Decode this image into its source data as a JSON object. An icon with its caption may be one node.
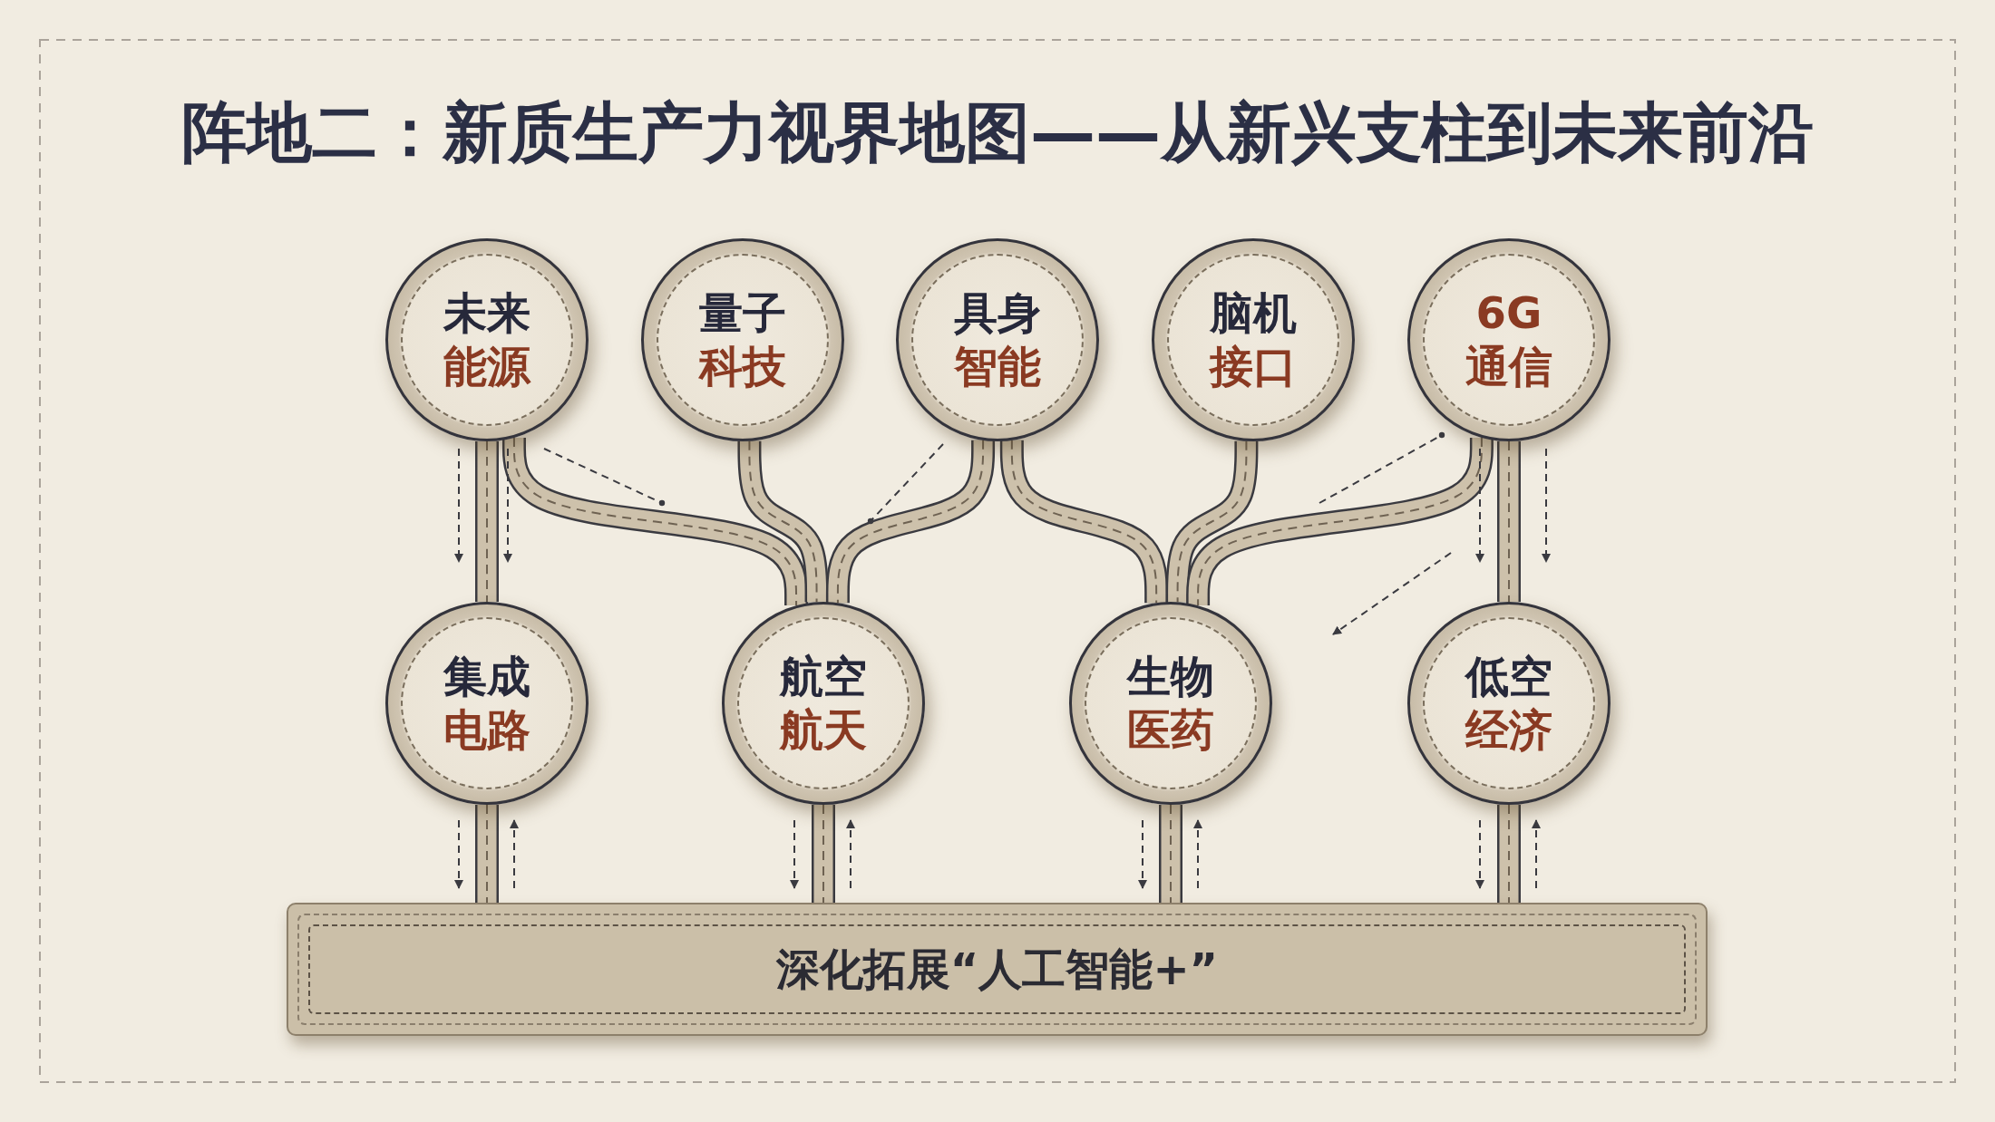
{
  "diagram": {
    "title": "阵地二：新质生产力视界地图——从新兴支柱到未来前沿",
    "nodes": [
      {
        "text": [
          "未来",
          "能源"
        ]
      },
      {
        "text": [
          "量子",
          "科技"
        ]
      },
      {
        "text": [
          "具身",
          "智能"
        ]
      },
      {
        "text": [
          "脑机",
          "接口"
        ]
      },
      {
        "text": [
          "6G",
          "通信"
        ]
      },
      {
        "text": [
          "集成",
          "电路"
        ]
      },
      {
        "text": [
          "航空",
          "航天"
        ]
      },
      {
        "text": [
          "生物",
          "医药"
        ]
      },
      {
        "text": [
          "低空",
          "经济"
        ]
      },
      {
        "text": [
          "深化拓展“人工智能+”"
        ]
      }
    ],
    "edges": [
      {
        "from": 0,
        "to": 5,
        "arrow": "none"
      },
      {
        "from": 0,
        "to": 6,
        "arrow": "none"
      },
      {
        "from": 1,
        "to": 6,
        "arrow": "none"
      },
      {
        "from": 2,
        "to": 6,
        "arrow": "none"
      },
      {
        "from": 2,
        "to": 7,
        "arrow": "none"
      },
      {
        "from": 3,
        "to": 7,
        "arrow": "none"
      },
      {
        "from": 4,
        "to": 7,
        "arrow": "none"
      },
      {
        "from": 4,
        "to": 8,
        "arrow": "none"
      },
      {
        "from": 5,
        "to": 9,
        "arrow": "none"
      },
      {
        "from": 6,
        "to": 9,
        "arrow": "none"
      },
      {
        "from": 7,
        "to": 9,
        "arrow": "none"
      },
      {
        "from": 8,
        "to": 9,
        "arrow": "none"
      }
    ]
  }
}
